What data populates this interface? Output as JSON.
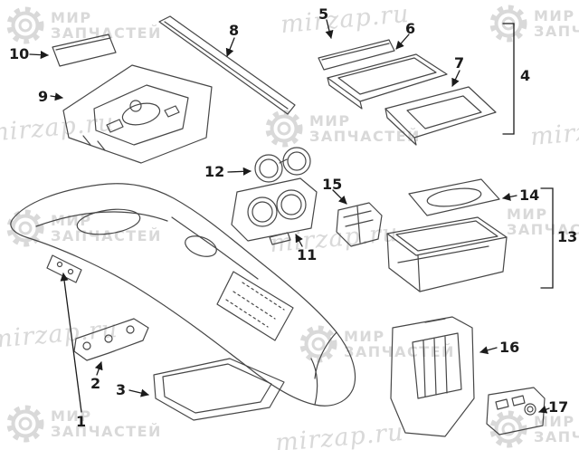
{
  "watermark": {
    "brand_line1": "МИР",
    "brand_line2": "ЗАПЧАСТЕЙ",
    "site": "mirzap.ru",
    "color": "#d9d9d9"
  },
  "diagram": {
    "line_color": "#474747",
    "ink_color": "#1b1b1b",
    "callouts": [
      {
        "text": "1"
      },
      {
        "text": "2"
      },
      {
        "text": "3"
      },
      {
        "text": "4"
      },
      {
        "text": "5"
      },
      {
        "text": "6"
      },
      {
        "text": "7"
      },
      {
        "text": "8"
      },
      {
        "text": "9"
      },
      {
        "text": "10"
      },
      {
        "text": "11"
      },
      {
        "text": "12"
      },
      {
        "text": "13"
      },
      {
        "text": "14"
      },
      {
        "text": "15"
      },
      {
        "text": "16"
      },
      {
        "text": "17"
      }
    ]
  }
}
